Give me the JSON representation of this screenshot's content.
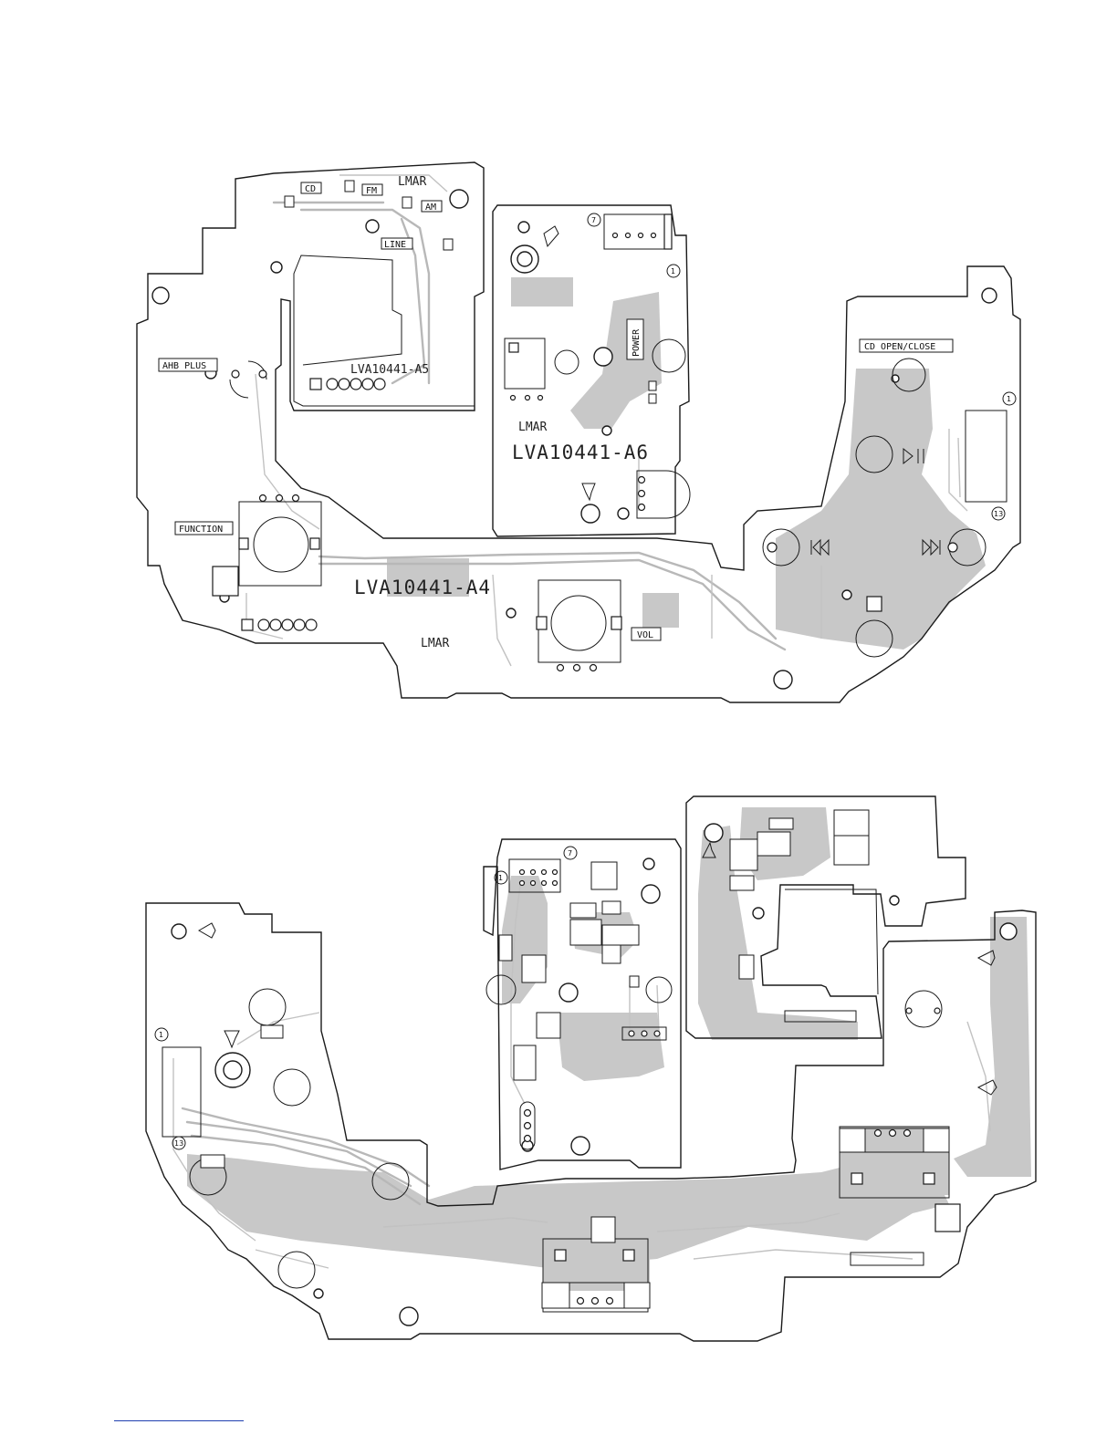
{
  "top_view": {
    "board_a4": "LVA10441-A4",
    "board_a5": "LVA10441-A5",
    "board_a6": "LVA10441-A6",
    "mark": "LMAR",
    "labels": {
      "cd": "CD",
      "fm": "FM",
      "am": "AM",
      "line": "LINE",
      "ahb_plus": "AHB PLUS",
      "function": "FUNCTION",
      "vol": "VOL",
      "power": "POWER",
      "cd_open_close": "CD OPEN/CLOSE"
    },
    "pin_markers": {
      "a6_pin7": "7",
      "a6_pin1": "1",
      "a4_pin1": "1",
      "a4_pin13": "13"
    }
  },
  "bottom_view": {
    "pin_markers": {
      "a6_pin7": "7",
      "a6_pin1": "1",
      "a4_pin1": "1",
      "a4_pin13": "13"
    }
  }
}
